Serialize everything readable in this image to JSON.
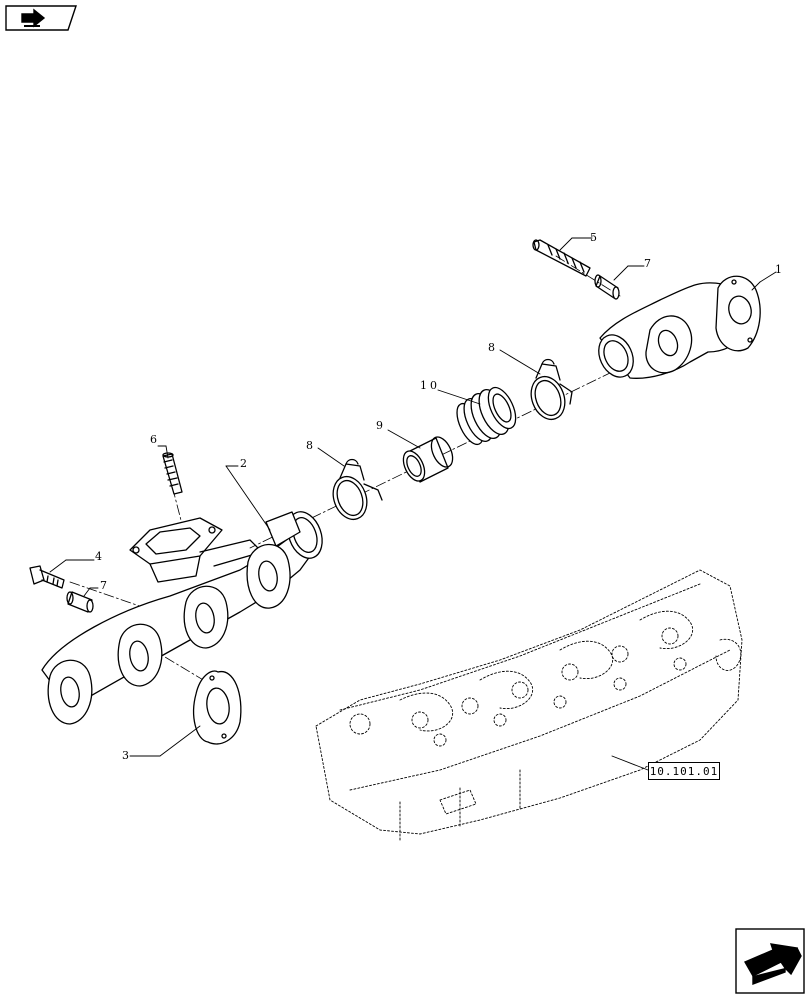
{
  "navigation": {
    "back_icon": "previous-page-arrow-icon",
    "next_icon": "next-page-arrow-icon"
  },
  "reference": {
    "label": "10.101.01"
  },
  "callouts": [
    {
      "id": "1",
      "label": "1"
    },
    {
      "id": "2",
      "label": "2"
    },
    {
      "id": "3",
      "label": "3"
    },
    {
      "id": "4",
      "label": "4"
    },
    {
      "id": "5",
      "label": "5"
    },
    {
      "id": "6",
      "label": "6"
    },
    {
      "id": "7a",
      "label": "7"
    },
    {
      "id": "7b",
      "label": "7"
    },
    {
      "id": "8a",
      "label": "8"
    },
    {
      "id": "8b",
      "label": "8"
    },
    {
      "id": "9",
      "label": "9"
    },
    {
      "id": "10",
      "label": "10"
    }
  ]
}
